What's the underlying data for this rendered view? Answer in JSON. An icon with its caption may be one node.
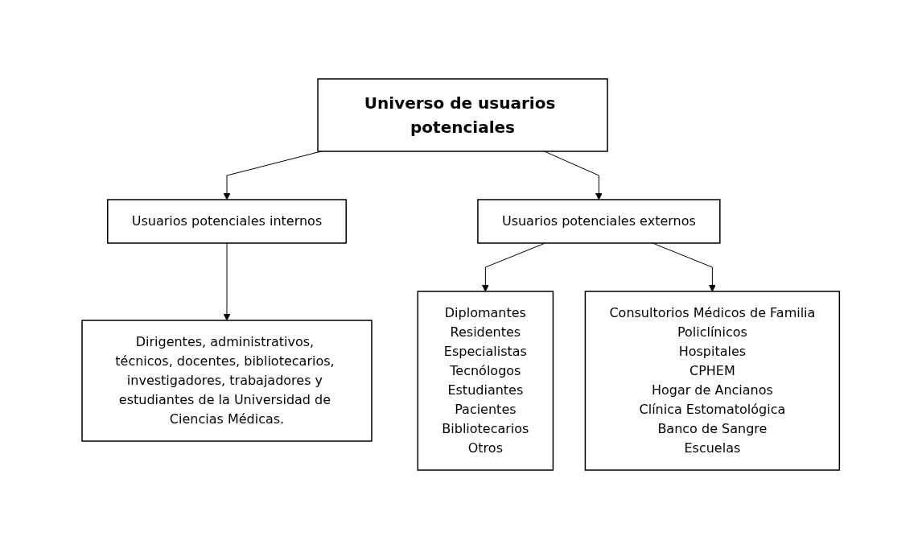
{
  "diagram": {
    "nodes": [
      {
        "text": [
          "Universo de usuarios potenciales"
        ]
      },
      {
        "text": [
          "Usuarios potenciales internos"
        ]
      },
      {
        "text": [
          "Usuarios potenciales externos"
        ]
      },
      {
        "text": [
          "Dirigentes, administrativos, técnicos, docentes, bibliotecarios, investigadores, trabajadores y estudiantes de la Universidad de Ciencias Médicas."
        ]
      },
      {
        "text": [
          "Diplomantes",
          "Residentes",
          "Especialistas",
          "Tecnólogos",
          "Estudiantes",
          "Pacientes",
          "Bibliotecarios",
          "Otros"
        ]
      },
      {
        "text": [
          "Consultorios Médicos de Familia",
          "Policlínicos",
          "Hospitales",
          "CPHEM",
          "Hogar de Ancianos",
          "Clínica Estomatológica",
          "Banco de Sangre",
          "Escuelas"
        ]
      }
    ],
    "edges": [
      {
        "from": 0,
        "to": 1,
        "arrow": "to"
      },
      {
        "from": 0,
        "to": 2,
        "arrow": "to"
      },
      {
        "from": 1,
        "to": 3,
        "arrow": "to"
      },
      {
        "from": 2,
        "to": 4,
        "arrow": "to"
      },
      {
        "from": 2,
        "to": 5,
        "arrow": "to"
      }
    ]
  }
}
